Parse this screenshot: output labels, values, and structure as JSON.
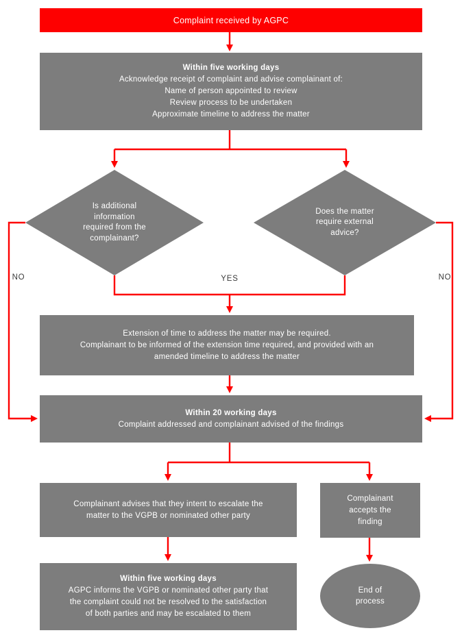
{
  "colors": {
    "red": "#FE0000",
    "gray": "#7D7D7D",
    "text": "#FFFFFF",
    "label": "#3B3B3B",
    "background": "#FFFFFF"
  },
  "nodes": {
    "start": {
      "label": "Complaint received by AGPC"
    },
    "acknowledge": {
      "title": "Within five working days",
      "lines": [
        "Acknowledge receipt of complaint and advise complainant of:",
        "Name of person appointed to review",
        "Review process to be undertaken",
        "Approximate timeline to address the matter"
      ]
    },
    "decision_info": {
      "lines": [
        "Is additional",
        "information",
        "required from the",
        "complainant?"
      ]
    },
    "decision_advice": {
      "lines": [
        "Does the matter",
        "require external",
        "advice?"
      ]
    },
    "extension": {
      "lines": [
        "Extension of time to address the matter may be required.",
        "Complainant to be informed of the extension time required, and provided with an",
        "amended timeline to address the matter"
      ]
    },
    "address": {
      "title": "Within 20 working days",
      "lines": [
        "Complaint addressed and complainant advised of the findings"
      ]
    },
    "escalate": {
      "lines": [
        "Complainant advises that they intent to escalate the",
        "matter to the VGPB or nominated other party"
      ]
    },
    "accept": {
      "lines": [
        "Complainant",
        "accepts the",
        "finding"
      ]
    },
    "inform": {
      "title": "Within five working days",
      "lines": [
        "AGPC informs the VGPB or nominated other party that",
        "the complaint could not be resolved to the satisfaction",
        "of both parties and may be escalated to them"
      ]
    },
    "end": {
      "lines": [
        "End of",
        "process"
      ]
    }
  },
  "labels": {
    "no_left": "NO",
    "yes": "YES",
    "no_right": "NO"
  }
}
